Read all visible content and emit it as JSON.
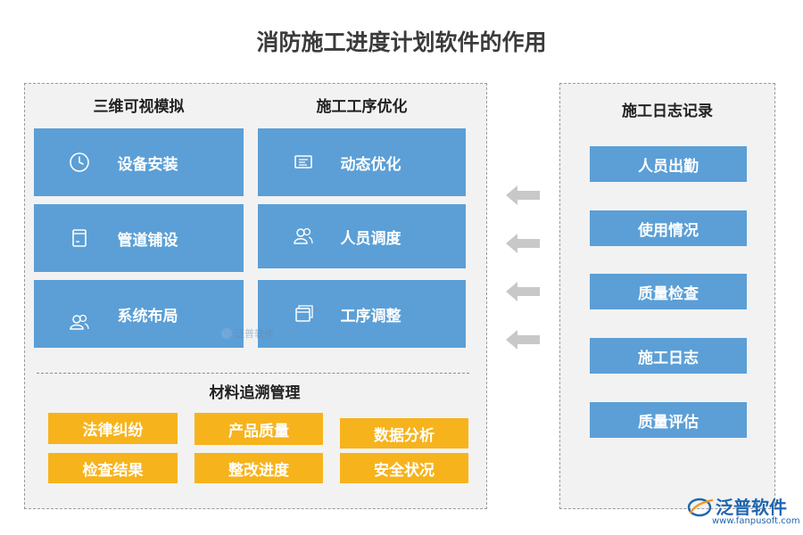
{
  "title": "消防施工进度计划软件的作用",
  "left": {
    "col1_head": "三维可视模拟",
    "col2_head": "施工工序优化",
    "col1_items": [
      {
        "label": "设备安装",
        "icon": "clock-icon"
      },
      {
        "label": "管道铺设",
        "icon": "document-icon"
      },
      {
        "label": "系统布局",
        "icon": "users-icon"
      }
    ],
    "col2_items": [
      {
        "label": "动态优化",
        "icon": "monitor-icon"
      },
      {
        "label": "人员调度",
        "icon": "user-group-icon"
      },
      {
        "label": "工序调整",
        "icon": "window-icon"
      }
    ],
    "materials_head": "材料追溯管理",
    "materials": [
      "法律纠纷",
      "产品质量",
      "数据分析",
      "检查结果",
      "整改进度",
      "安全状况"
    ]
  },
  "right": {
    "head": "施工日志记录",
    "items": [
      "人员出勤",
      "使用情况",
      "质量检查",
      "施工日志",
      "质量评估"
    ]
  },
  "watermark": {
    "center": "泛普软件"
  },
  "logo": {
    "name": "泛普软件",
    "url": "www.fanpusoft.com"
  },
  "colors": {
    "tile_blue": "#5b9fd6",
    "tag_orange": "#f7b31c",
    "arrow_gray": "#c8c8c8",
    "panel_bg": "#f2f2f2"
  }
}
